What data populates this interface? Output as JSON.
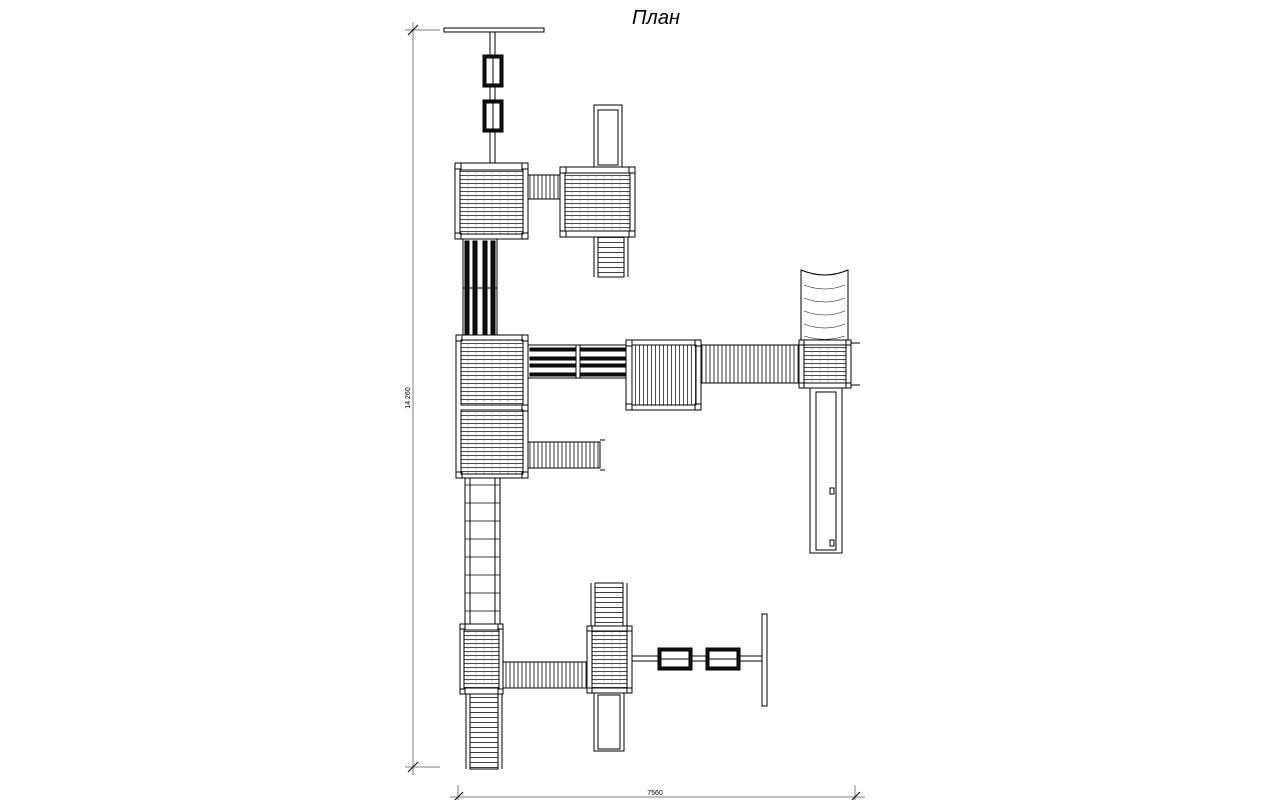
{
  "drawing": {
    "title": "План",
    "dim_vertical": "14 260",
    "dim_horizontal": "7560"
  }
}
